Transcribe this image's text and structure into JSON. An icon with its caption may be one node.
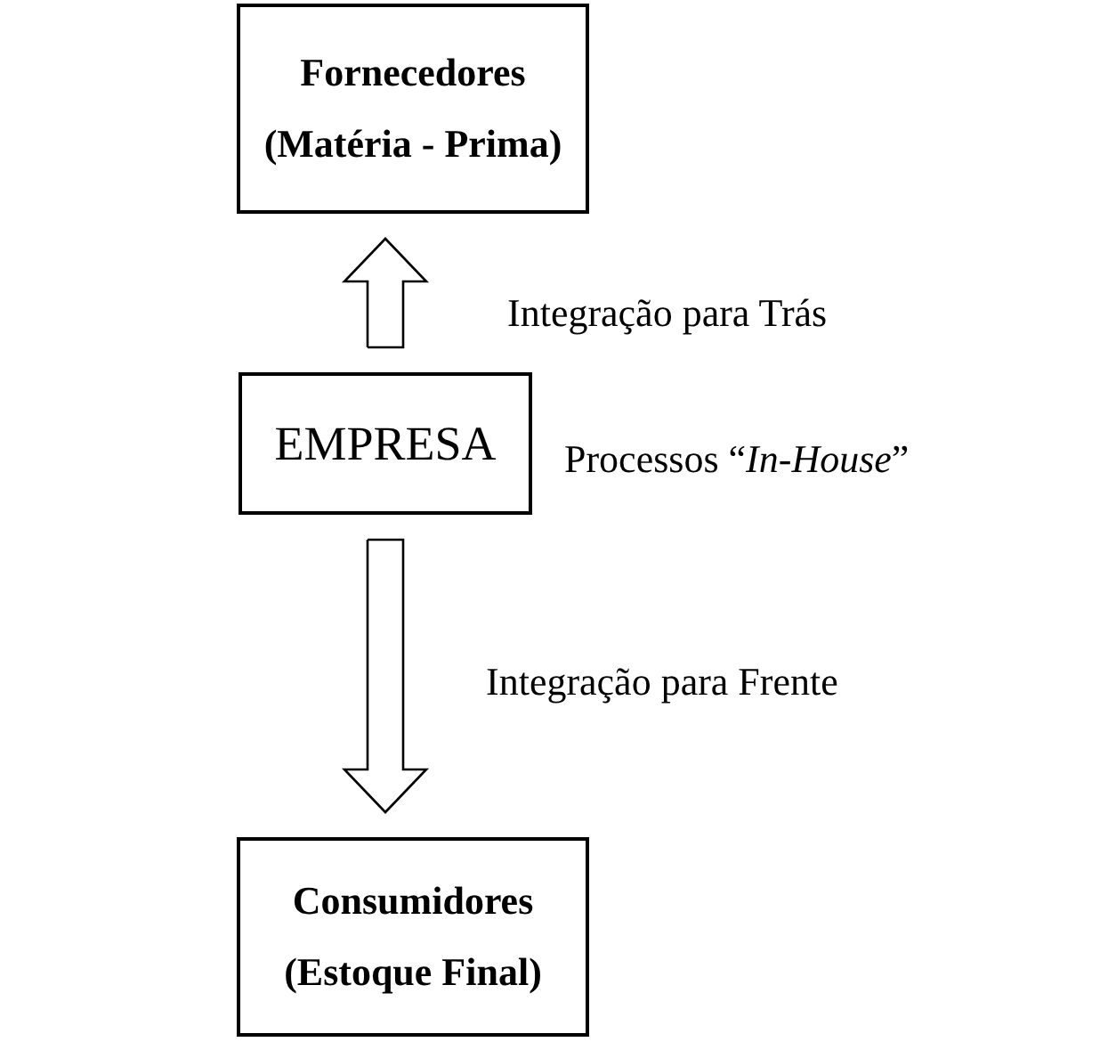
{
  "diagram": {
    "nodes": [
      {
        "text": [
          "Fornecedores",
          "(Matéria - Prima)"
        ]
      },
      {
        "text": [
          "EMPRESA"
        ]
      },
      {
        "text": [
          "Consumidores",
          "(Estoque Final)"
        ]
      }
    ],
    "edges": [
      {
        "from": 1,
        "to": 0,
        "arrow": "to",
        "label": "Integração para Trás"
      },
      {
        "from": 1,
        "to": 2,
        "arrow": "to",
        "label": "Integração para Frente"
      }
    ],
    "labels": [
      "Processos “*In-House*”"
    ]
  }
}
